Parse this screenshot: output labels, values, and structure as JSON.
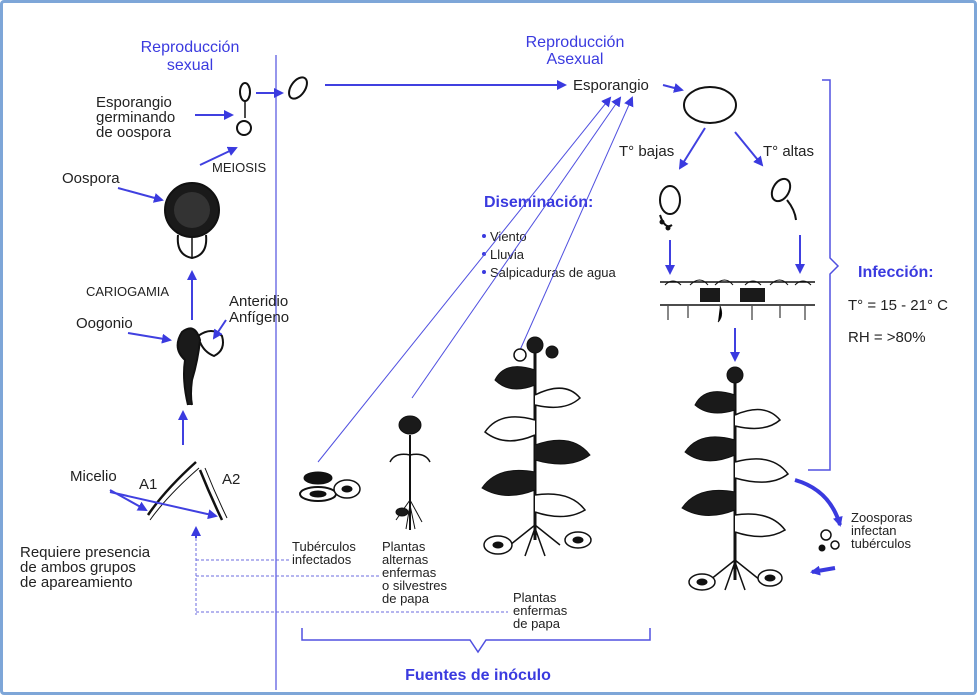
{
  "colors": {
    "accent": "#3a3adf",
    "frame": "#7ea6d8",
    "ink": "#111111"
  },
  "sexual": {
    "title_line1": "Reproducción",
    "title_line2": "sexual",
    "sporangium_label": [
      "Esporangio",
      "germinando",
      "de oospora"
    ],
    "meiosis": "MEIOSIS",
    "oospora": "Oospora",
    "cariogamia": "CARIOGAMIA",
    "anteridio": [
      "Anteridio",
      "Anfígeno"
    ],
    "oogonio": "Oogonio",
    "micelio": "Micelio",
    "a1": "A1",
    "a2": "A2",
    "requiere": [
      "Requiere presencia",
      "de ambos grupos",
      "de apareamiento"
    ]
  },
  "asexual": {
    "title_line1": "Reproducción",
    "title_line2": "Asexual",
    "esporangio": "Esporangio",
    "t_bajas": "T° bajas",
    "t_altas": "T° altas",
    "diseminacion_title": "Diseminación:",
    "diseminacion_items": [
      "Viento",
      "Lluvia",
      "Salpicaduras de agua"
    ],
    "infeccion_title": "Infección:",
    "infeccion_temp": "T° = 15 - 21° C",
    "infeccion_rh": "RH = >80%",
    "zoosporas": [
      "Zoosporas",
      "infectan",
      "tubérculos"
    ]
  },
  "sources": {
    "tuberculos": [
      "Tubérculos",
      "infectados"
    ],
    "plantas_alternas": [
      "Plantas",
      "alternas",
      "enfermas",
      "o silvestres",
      "de papa"
    ],
    "plantas_papa": [
      "Plantas",
      "enfermas",
      "de papa"
    ],
    "fuentes_title": "Fuentes de inóculo"
  }
}
